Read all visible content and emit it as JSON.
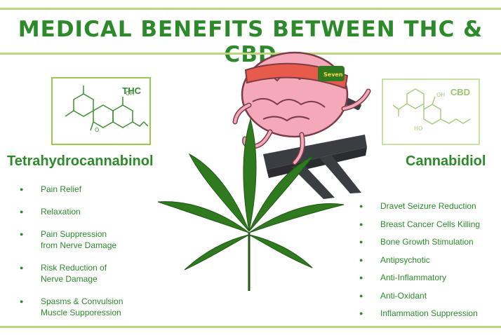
{
  "title": "MEDICAL BENEFITS BETWEEN THC & CBD",
  "thc": {
    "label": "THC",
    "name": "Tetrahydrocannabinol",
    "atoms": {
      "oh": "OH",
      "o": "O"
    },
    "benefits": [
      [
        "Pain Relief"
      ],
      [
        "Relaxation"
      ],
      [
        "Pain Suppression",
        "from Nerve Damage"
      ],
      [
        "Risk Reduction of",
        "Nerve Damage"
      ],
      [
        "Spasms & Convulsion",
        "Muscle Supporession"
      ]
    ]
  },
  "cbd": {
    "label": "CBD",
    "name": "Cannabidiol",
    "atoms": {
      "oh": "OH",
      "ho": "HO"
    },
    "benefits": [
      "Dravet Seizure Reduction",
      "Breast Cancer Cells Killing",
      "Bone Growth Stimulation",
      "Antipsychotic",
      "Anti-Inflammatory",
      "Anti-Oxidant",
      "Inflammation Suppression"
    ]
  },
  "illustration": {
    "headband_logo": "Seven",
    "colors": {
      "brain": "#f4a8b8",
      "headband": "#e85a4a",
      "leaf": "#2f7a1f",
      "treadmill": "#3a3d42"
    }
  },
  "colors": {
    "accent": "#2d8a2a",
    "rule": "#b9d77a"
  },
  "icons": [
    "brain-on-treadmill-illustration",
    "cannabis-leaf-icon",
    "thc-molecule-icon",
    "cbd-molecule-icon"
  ]
}
